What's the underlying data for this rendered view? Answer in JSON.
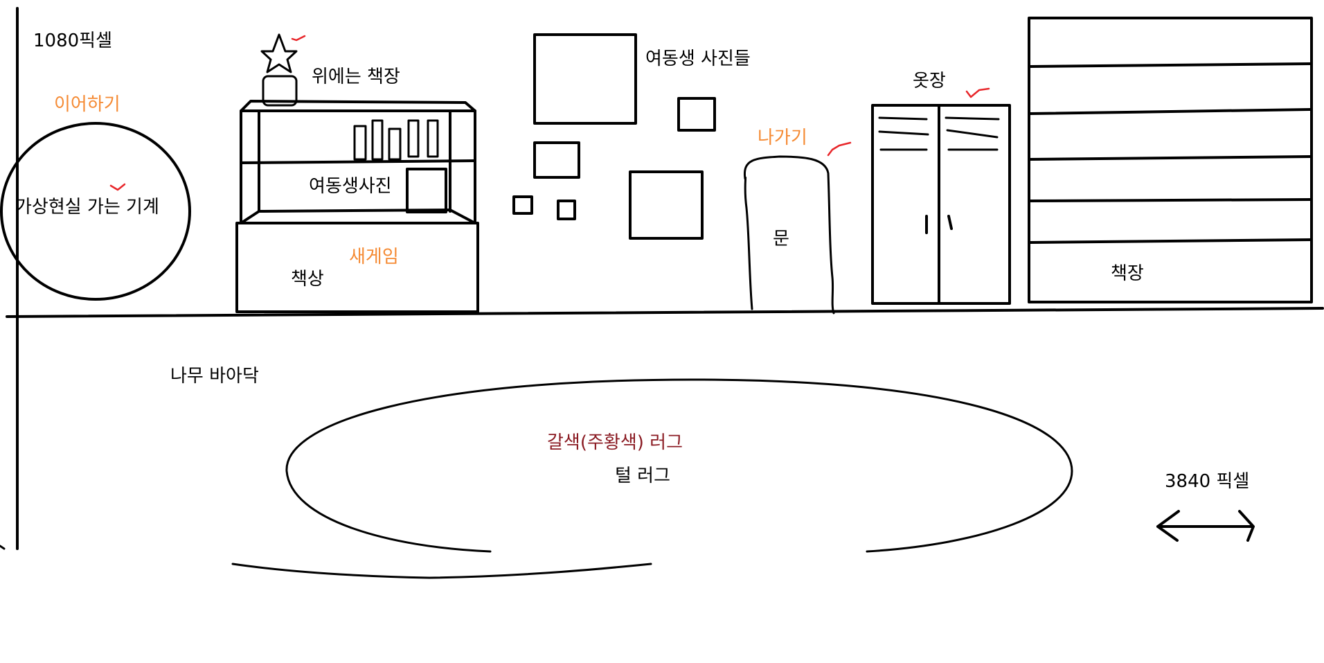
{
  "labels": {
    "height_px": "1080픽셀",
    "width_px": "3840 픽셀",
    "continue": "이어하기",
    "vr_machine": "가상현실 가는 기계",
    "shelf_top": "위에는 책장",
    "desk_photo": "여동생사진",
    "new_game": "새게임",
    "desk": "책상",
    "sister_photos": "여동생 사진들",
    "exit": "나가기",
    "door": "문",
    "wardrobe": "옷장",
    "bookshelf": "책장",
    "wood_floor": "나무 바아닥",
    "rug_color": "갈색(주황색) 러그",
    "fur_rug": "털 러그"
  },
  "colors": {
    "ink": "#000000",
    "menu_orange": "#f58a33",
    "rug_maroon": "#8a1a22",
    "check_red": "#e8262a"
  }
}
